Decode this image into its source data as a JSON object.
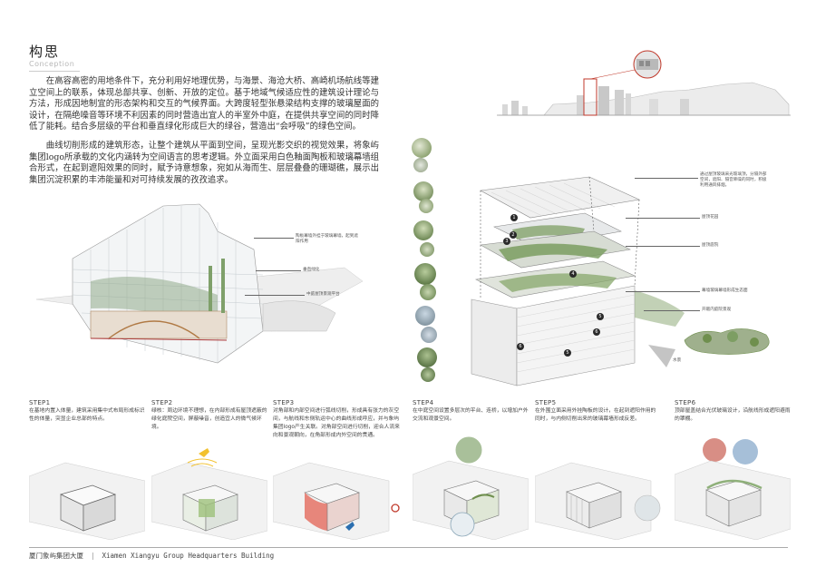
{
  "header": {
    "title": "构思",
    "subtitle": "Conception"
  },
  "intro": {
    "p1": "在高容高密的用地条件下，充分利用好地理优势，与海景、海沧大桥、高崎机场航线等建立空间上的联系，体现总部共享、创新、开放的定位。基于地域气候适应性的建筑设计理论与方法，形成因地制宜的形态架构和交互的气候界面。大跨度轻型张悬梁结构支撑的玻璃屋面的设计，在隔绝噪音等环境不利因素的同时营造出宜人的半室外中庭，在提供共享空间的同时降低了能耗。结合多层级的平台和垂直绿化形成巨大的绿谷，营造出“会呼吸”的绿色空间。",
    "p2": "曲线切削形成的建筑形态，让整个建筑从平面到空间，呈现光影交织的视觉效果，将象屿集团logo所承载的文化内涵转为空间语言的思考逻辑。外立面采用白色釉面陶板和玻璃幕墙组合形式，在起到遮阳效果的同时，赋予诗意想象，宛如从海而生、层层叠叠的珊瑚礁，展示出集团沉淀积累的丰沛能量和对可持续发展的孜孜追求。"
  },
  "section_labels": [
    "陶板幕墙外挂于玻璃幕墙，起到遮阳作用",
    "垂直绿化",
    "中庭屋顶景观平台"
  ],
  "exploded_labels": [
    "通过屋顶玻璃采光玻璃顶，分隔外部空间，遮阳、隔音降噪的同时，积极利用通风排烟。",
    "屋顶花园",
    "屋顶庭院",
    "幕墙玻璃幕墙形成生态面",
    "开敞内庭院景观",
    "水景"
  ],
  "markers": [
    "1",
    "2",
    "3",
    "4",
    "5",
    "6"
  ],
  "steps": [
    {
      "title": "STEP1",
      "desc": "在基地内置入体量，建筑采用集中式布局形成标识性的体量，突显企业总部的特点。"
    },
    {
      "title": "STEP2",
      "desc": "绿核：周边环境不理想，在内部形成有屋顶遮蔽的绿化庭院空间，屏蔽噪音，创造宜人的微气候环境。"
    },
    {
      "title": "STEP3",
      "desc": "对角部和内部空间进行弧线切削，形成具有张力的灰空间，与航线和东侧轨运中心的曲线形成呼应，并与象屿集团logo产生关联。对角部空间进行切削，迎合人流来向和景观朝向，在角部形成内外空间的贯通。"
    },
    {
      "title": "STEP4",
      "desc": "在中庭空间设置多层次的平台、连桥，以增加户外交流和观景空间。"
    },
    {
      "title": "STEP5",
      "desc": "在外围立面采用外挂陶板的设计，在起到遮阳作用的同时，与内侧切削出来的玻璃幕墙形成反差。"
    },
    {
      "title": "STEP6",
      "desc": "顶部屋盖结合光伏玻璃设计，沿航线形成遮阳避雨的罩棚。"
    }
  ],
  "footer": {
    "cn": "厦门象屿集团大厦",
    "sep": "|",
    "en": "Xiamen Xiangyu Group Headquarters Building"
  },
  "colors": {
    "accent": "#c0392b",
    "green": "#6f8f4e",
    "glass": "#c9d3d8",
    "plane": "#2b6fb0",
    "plane_yellow": "#f2c12e"
  }
}
